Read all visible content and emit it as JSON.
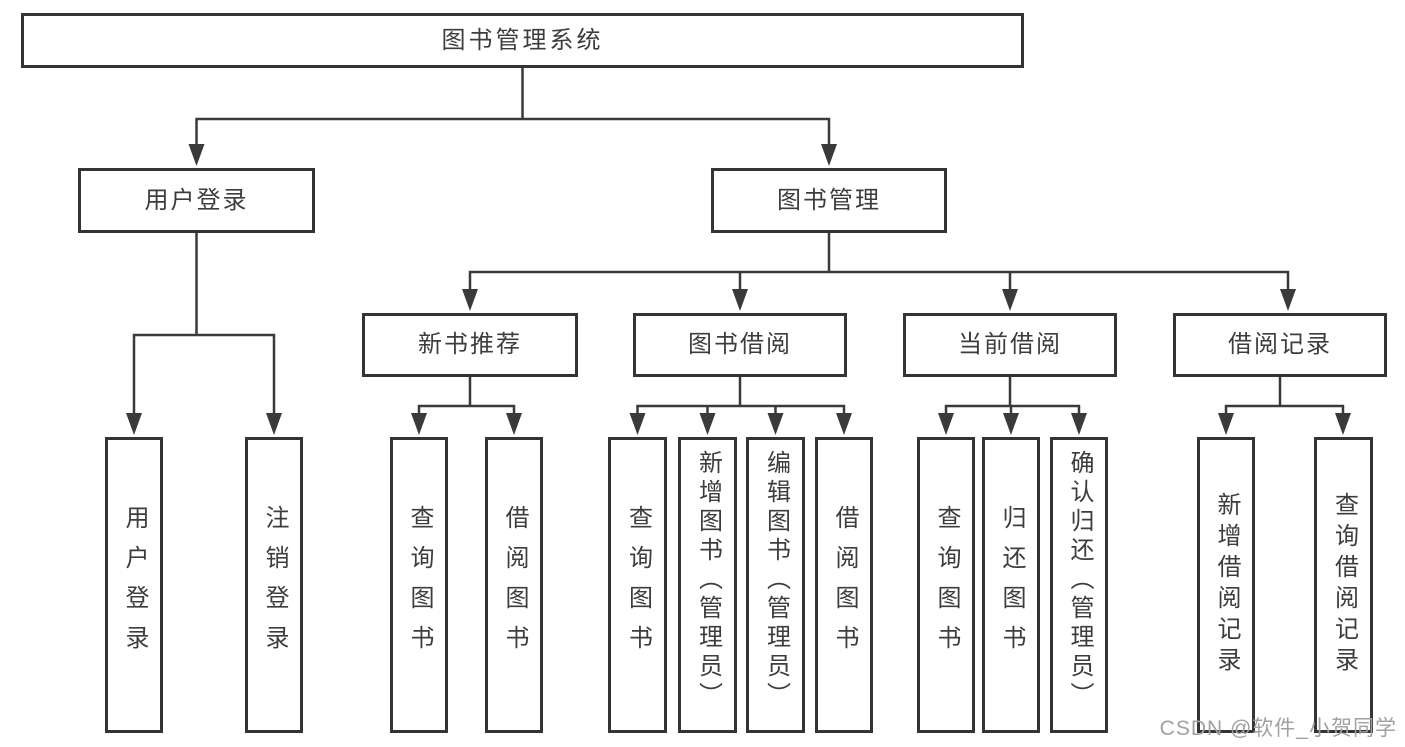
{
  "diagram": {
    "type": "hierarchy-tree",
    "root": {
      "label": "图书管理系统"
    },
    "branches": [
      {
        "label": "用户登录",
        "children": [
          {
            "label": "用户登录"
          },
          {
            "label": "注销登录"
          }
        ]
      },
      {
        "label": "图书管理",
        "children": [
          {
            "label": "新书推荐",
            "children": [
              {
                "label": "查询图书"
              },
              {
                "label": "借阅图书"
              }
            ]
          },
          {
            "label": "图书借阅",
            "children": [
              {
                "label": "查询图书"
              },
              {
                "label": "新增图书（管理员）"
              },
              {
                "label": "编辑图书（管理员）"
              },
              {
                "label": "借阅图书"
              }
            ]
          },
          {
            "label": "当前借阅",
            "children": [
              {
                "label": "查询图书"
              },
              {
                "label": "归还图书"
              },
              {
                "label": "确认归还（管理员）"
              }
            ]
          },
          {
            "label": "借阅记录",
            "children": [
              {
                "label": "新增借阅记录"
              },
              {
                "label": "查询借阅记录"
              }
            ]
          }
        ]
      }
    ]
  },
  "watermark": {
    "text": "CSDN @软件_小贺同学",
    "color": "#a0a0a5"
  },
  "colors": {
    "background": "#ffffff",
    "line": "#3a3a3a",
    "box_border": "#343434",
    "box_fill": "#ffffff",
    "text": "#3d3d3d"
  }
}
